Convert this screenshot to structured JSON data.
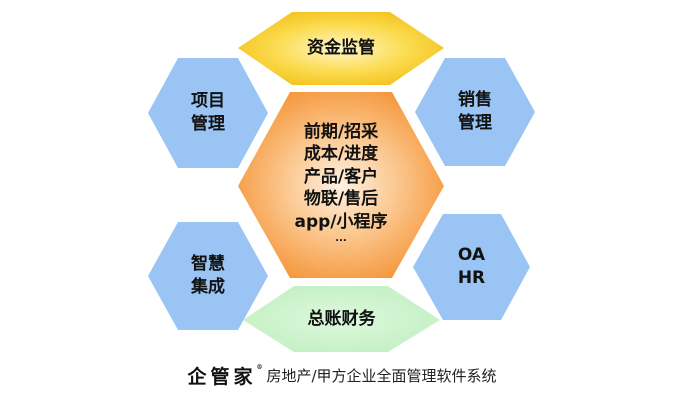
{
  "diagram": {
    "top": {
      "lines": [
        "资金监管"
      ],
      "color": "#F5C518"
    },
    "left_top": {
      "lines": [
        "项目",
        "管理"
      ],
      "color": "#99C4F4"
    },
    "right_top": {
      "lines": [
        "销售",
        "管理"
      ],
      "color": "#99C4F4"
    },
    "center": {
      "lines": [
        "前期/招采",
        "成本/进度",
        "产品/客户",
        "物联/售后",
        "app/小程序",
        "..."
      ],
      "color": "#F5A04A"
    },
    "left_bottom": {
      "lines": [
        "智慧",
        "集成"
      ],
      "color": "#99C4F4"
    },
    "right_bottom": {
      "lines": [
        "OA",
        "HR"
      ],
      "color": "#99C4F4"
    },
    "bottom": {
      "lines": [
        "总账财务"
      ],
      "color": "#C9F2C9"
    }
  },
  "footer": {
    "brand": "企管家",
    "brand_mark": "®",
    "tagline": "房地产/甲方企业全面管理软件系统"
  }
}
